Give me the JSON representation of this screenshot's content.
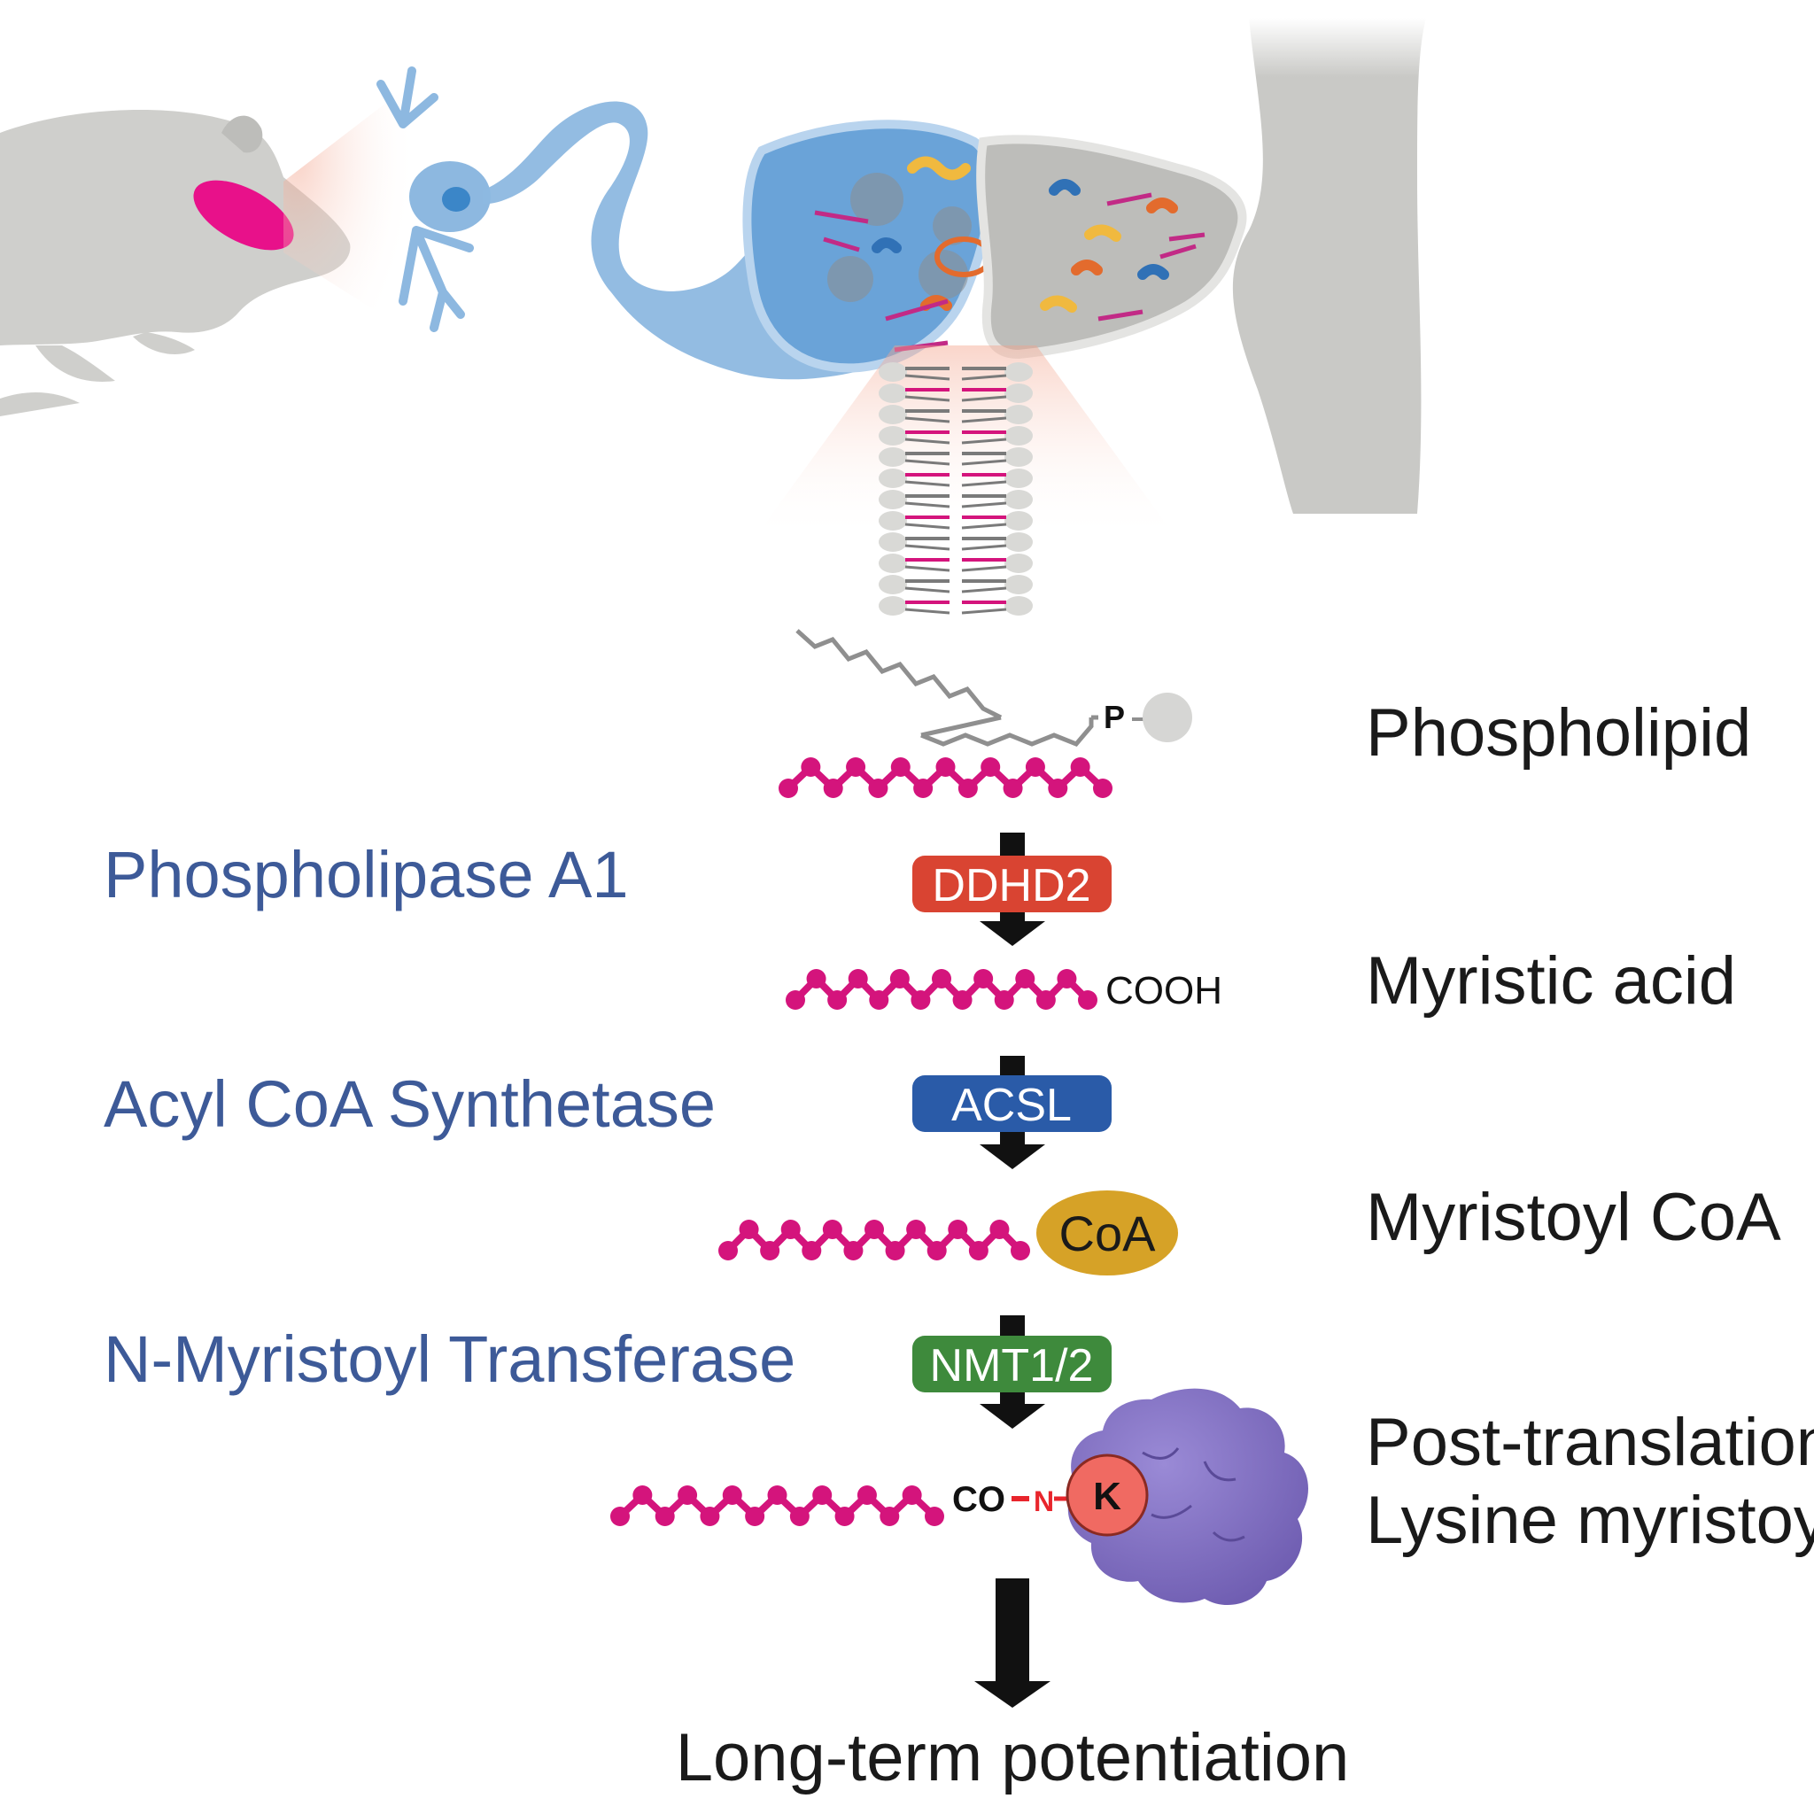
{
  "steps": {
    "phospholipid": "Phospholipid",
    "myristic_acid": "Myristic acid",
    "myristoyl_coa": "Myristoyl CoA",
    "ptm_line1": "Post-translation",
    "ptm_line2": "Lysine myristoy",
    "final": "Long-term potentiation"
  },
  "enzymes": {
    "pla1": "Phospholipase A1",
    "acyl": "Acyl CoA Synthetase",
    "nmt": "N-Myristoyl Transferase"
  },
  "badges": {
    "ddhd2": "DDHD2",
    "acsl": "ACSL",
    "nmt12": "NMT1/2"
  },
  "chem": {
    "phosphate": "P",
    "cooh": "COOH",
    "coa": "CoA",
    "co": "CO",
    "n": "N",
    "k": "K"
  },
  "colors": {
    "myristate": "#d4147c",
    "ddhd2": "#d94432",
    "acsl": "#2a5ba8",
    "nmt": "#3e8a3c",
    "coa": "#d6a227",
    "lysine": "#f06a62",
    "protein": "#7e6ec0",
    "neuron": "#6aa3d8",
    "enzyme_text": "#3d5a98"
  }
}
